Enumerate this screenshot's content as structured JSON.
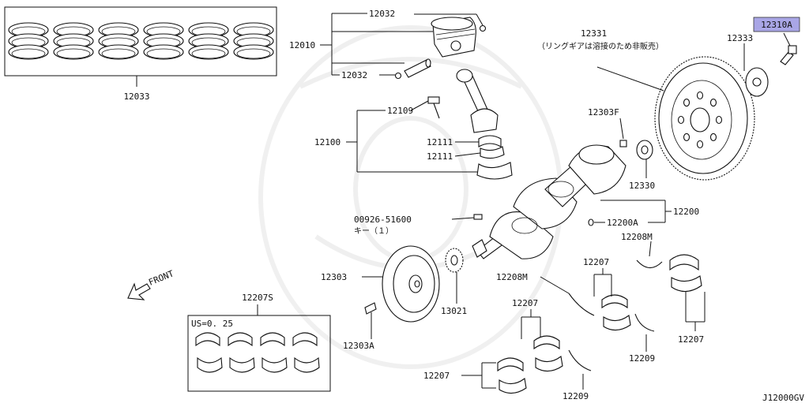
{
  "labels": {
    "rings": "12033",
    "piston_assy": "12010",
    "pin_clip_top": "12032",
    "pin_clip_bottom": "12032",
    "rod_bolt": "12109",
    "rod_assy": "12100",
    "rod_bearing_upper": "12111",
    "rod_bearing_lower": "12111",
    "flywheel": "12331",
    "flywheel_note": "（リングギアは溶接のため非販売）",
    "reinforcement_plate": "12333",
    "flywheel_bolt": "12310A",
    "pilot_bushing": "12303F",
    "spacer": "12330",
    "crankshaft": "12200",
    "crank_plug": "12200A",
    "key_part": "00926-51600",
    "key_name": "キー（１）",
    "pulley": "12303",
    "pulley_bolt": "12303A",
    "sprocket": "13021",
    "bearing_set": "12207S",
    "bearing_set_note": "US=0. 25",
    "main_bearing_1": "12207",
    "main_bearing_2": "12207",
    "main_bearing_3": "12207",
    "main_bearing_4": "12207",
    "thrust_washer_1": "12208M",
    "thrust_washer_2": "12208M",
    "thrust_bearing_1": "12209",
    "thrust_bearing_2": "12209",
    "front": "FRONT",
    "diagram_code": "J12000GV"
  },
  "colors": {
    "highlight": "#a9a6e6",
    "line": "#111111",
    "background": "#ffffff"
  }
}
